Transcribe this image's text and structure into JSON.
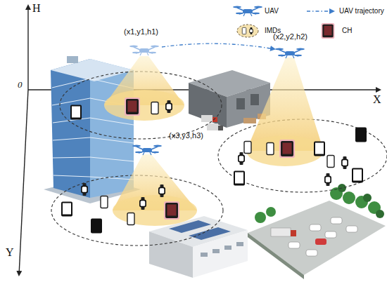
{
  "diagram": {
    "labels": [
      "H",
      "X",
      "Y",
      "0",
      "(x1,y1,h1)",
      "(x2,y2,h2)",
      "(x3,y3,h3)"
    ],
    "legend": [
      {
        "text": "UAV"
      },
      {
        "text": "UAV trajectory"
      },
      {
        "text": "IMDs"
      },
      {
        "text": "CH"
      }
    ]
  }
}
